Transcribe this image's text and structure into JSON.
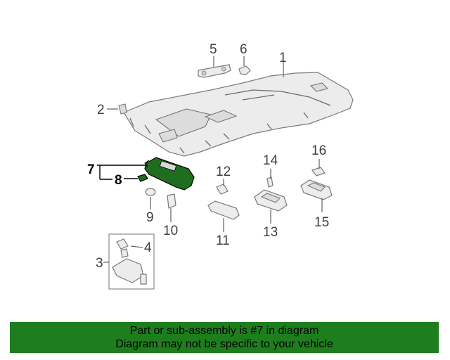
{
  "diagram": {
    "callouts": {
      "c1": "1",
      "c2": "2",
      "c3": "3",
      "c4": "4",
      "c5": "5",
      "c6": "6",
      "c7": "7",
      "c8": "8",
      "c9": "9",
      "c10": "10",
      "c11": "11",
      "c12": "12",
      "c13": "13",
      "c14": "14",
      "c15": "15",
      "c16": "16"
    },
    "highlight_color": "#1f6e1f"
  },
  "banner": {
    "line1": "Part or sub-assembly is #7 in diagram",
    "line2": "Diagram may not be specific to your vehicle",
    "background": "#1e7e1e"
  }
}
